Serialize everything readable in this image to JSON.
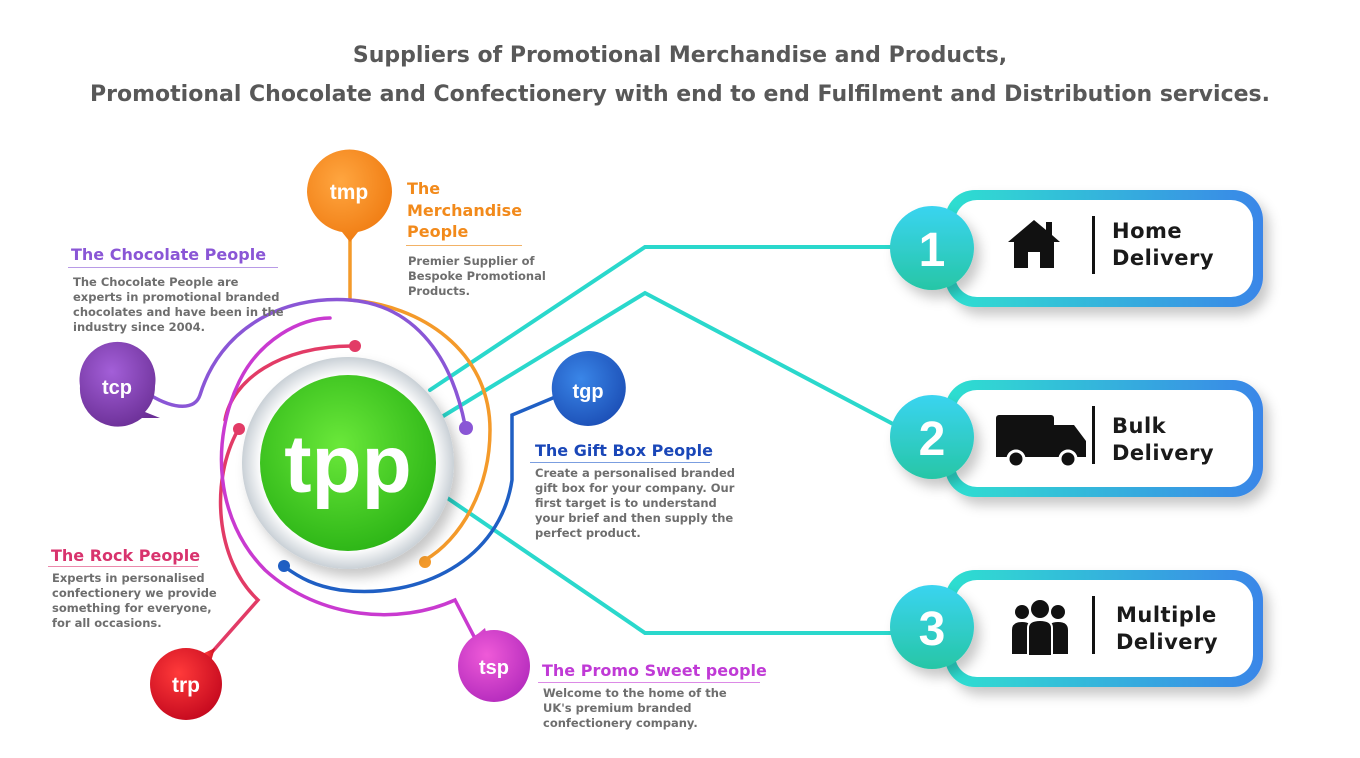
{
  "header": {
    "line1": "Suppliers of Promotional Merchandise and Products,",
    "line2": "Promotional Chocolate and Confectionery with end to end Fulfilment and Distribution services."
  },
  "hub": {
    "logo_text": "tpp",
    "color": "#3cc31e"
  },
  "brands": [
    {
      "key": "tmp",
      "badge": "tmp",
      "color": "#f28a1b",
      "title_lines": [
        "The",
        "Merchandise",
        "People"
      ],
      "desc_lines": [
        "Premier Supplier of",
        "Bespoke Promotional",
        "Products."
      ]
    },
    {
      "key": "tcp",
      "badge": "tcp",
      "color": "#8a4dc8",
      "title": "The Chocolate People",
      "desc_lines": [
        "The Chocolate People are",
        "experts in promotional branded",
        "chocolates and have been in the",
        "industry since 2004."
      ]
    },
    {
      "key": "tgp",
      "badge": "tgp",
      "color": "#1f5fc4",
      "title": "The Gift Box People",
      "desc_lines": [
        "Create a personalised branded",
        "gift box for your company. Our",
        "first target is to understand",
        "your brief and then supply the",
        "perfect product."
      ]
    },
    {
      "key": "trp",
      "badge": "trp",
      "color": "#e23b66",
      "title": "The Rock People",
      "desc_lines": [
        "Experts in personalised",
        "confectionery we provide",
        "something for everyone,",
        "for all occasions."
      ]
    },
    {
      "key": "tsp",
      "badge": "tsp",
      "color": "#c93ad0",
      "title": "The Promo Sweet people",
      "desc_lines": [
        "Welcome to the home of the",
        "UK's premium branded",
        "confectionery company."
      ]
    }
  ],
  "delivery": [
    {
      "number": "1",
      "icon": "house-icon",
      "label_lines": [
        "Home",
        "Delivery"
      ]
    },
    {
      "number": "2",
      "icon": "truck-icon",
      "label_lines": [
        "Bulk",
        "Delivery"
      ]
    },
    {
      "number": "3",
      "icon": "people-group-icon",
      "label_lines": [
        "Multiple",
        "Delivery"
      ]
    }
  ],
  "colors": {
    "text_gray": "#585858",
    "teal": "#2ad8cc",
    "blue": "#3a86e8",
    "tcp_title": "#8a56d6",
    "tgp_title": "#1a47b8",
    "trp_title": "#d8336d",
    "tsp_title": "#c03ad6"
  }
}
